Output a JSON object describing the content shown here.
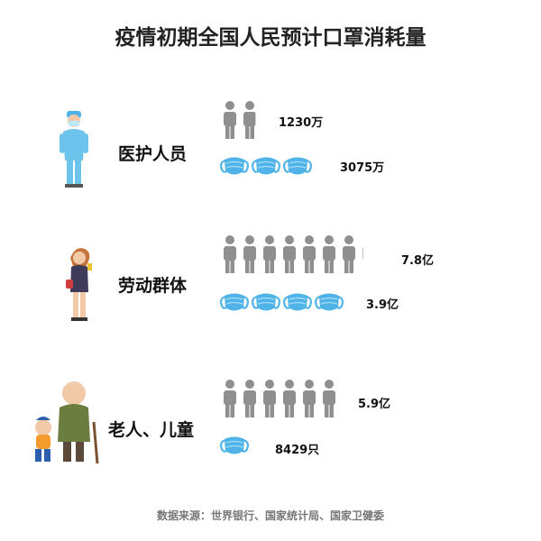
{
  "title": "疫情初期全国人民预计口罩消耗量",
  "source": "数据来源：世界银行、国家统计局、国家卫健委",
  "colors": {
    "person": "#8f8f8f",
    "mask": "#4fb3e8",
    "mask_light": "#a9def7"
  },
  "chart_data": {
    "type": "pictogram",
    "title": "疫情初期全国人民预计口罩消耗量",
    "categories": [
      "医护人员",
      "劳动群体",
      "老人、儿童"
    ],
    "series": [
      {
        "name": "人口",
        "icon": "person-icon",
        "labels": [
          "1230万",
          "7.8亿",
          "5.9亿"
        ],
        "values": [
          12300000,
          780000000,
          590000000
        ]
      },
      {
        "name": "口罩",
        "icon": "mask-icon",
        "labels": [
          "3075万",
          "3.9亿",
          "8429只"
        ],
        "values": [
          30750000,
          390000000,
          8429
        ]
      }
    ],
    "icon_counts": {
      "people": [
        1.9,
        7.1,
        6
      ],
      "masks": [
        3,
        4,
        1
      ]
    }
  }
}
